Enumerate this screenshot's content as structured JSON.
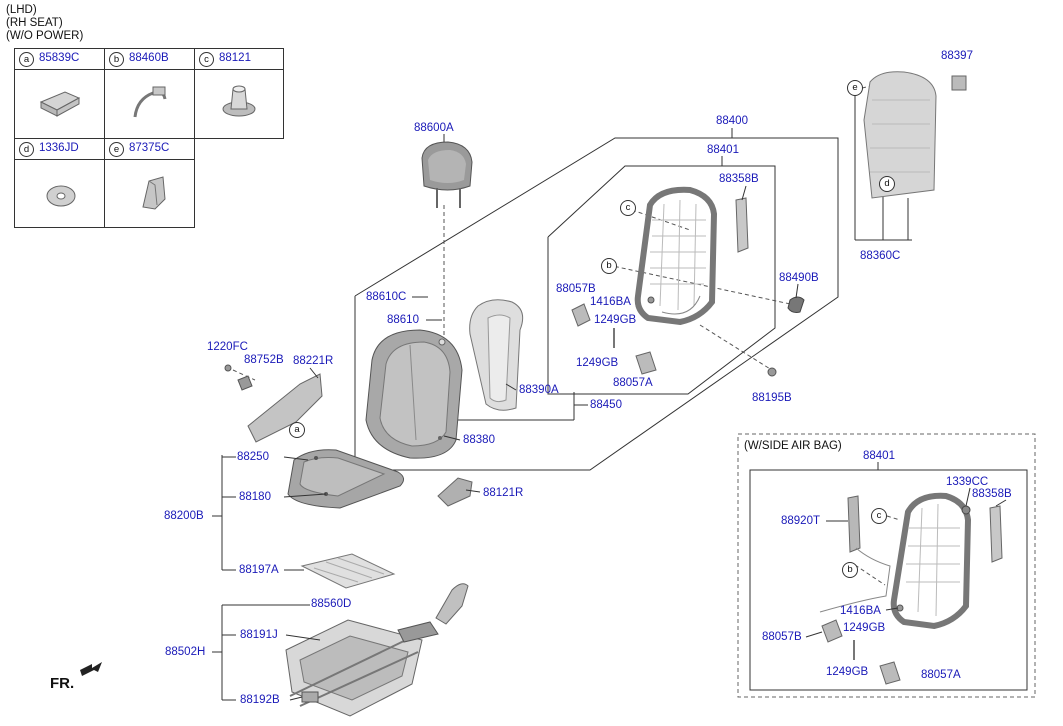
{
  "header": {
    "line1": "(LHD)",
    "line2": "(RH SEAT)",
    "line3": "(W/O POWER)"
  },
  "legend": [
    {
      "key": "a",
      "code": "85839C"
    },
    {
      "key": "b",
      "code": "88460B"
    },
    {
      "key": "c",
      "code": "88121"
    },
    {
      "key": "d",
      "code": "1336JD"
    },
    {
      "key": "e",
      "code": "87375C"
    }
  ],
  "parts": {
    "p88600A": "88600A",
    "p88400": "88400",
    "p88401": "88401",
    "p88358B": "88358B",
    "p88397": "88397",
    "p88360C": "88360C",
    "p88490B": "88490B",
    "p88057B": "88057B",
    "p1416BA": "1416BA",
    "p1249GB_a": "1249GB",
    "p1249GB_b": "1249GB",
    "p88057A": "88057A",
    "p88195B": "88195B",
    "p88610C": "88610C",
    "p88610": "88610",
    "p88390A": "88390A",
    "p88450": "88450",
    "p88380": "88380",
    "p1220FC": "1220FC",
    "p88752B": "88752B",
    "p88221R": "88221R",
    "p88250": "88250",
    "p88180": "88180",
    "p88200B": "88200B",
    "p88121R": "88121R",
    "p88197A": "88197A",
    "p88560D": "88560D",
    "p88191J": "88191J",
    "p88502H": "88502H",
    "p88192B": "88192B"
  },
  "side_airbag": {
    "title": "(W/SIDE AIR BAG)",
    "p88401": "88401",
    "p1339CC": "1339CC",
    "p88358B": "88358B",
    "p88920T": "88920T",
    "p1416BA": "1416BA",
    "p88057B": "88057B",
    "p1249GB_a": "1249GB",
    "p1249GB_b": "1249GB",
    "p88057A": "88057A"
  },
  "callouts": {
    "a": "a",
    "b": "b",
    "c": "c",
    "d": "d",
    "e": "e"
  },
  "fr_label": "FR."
}
